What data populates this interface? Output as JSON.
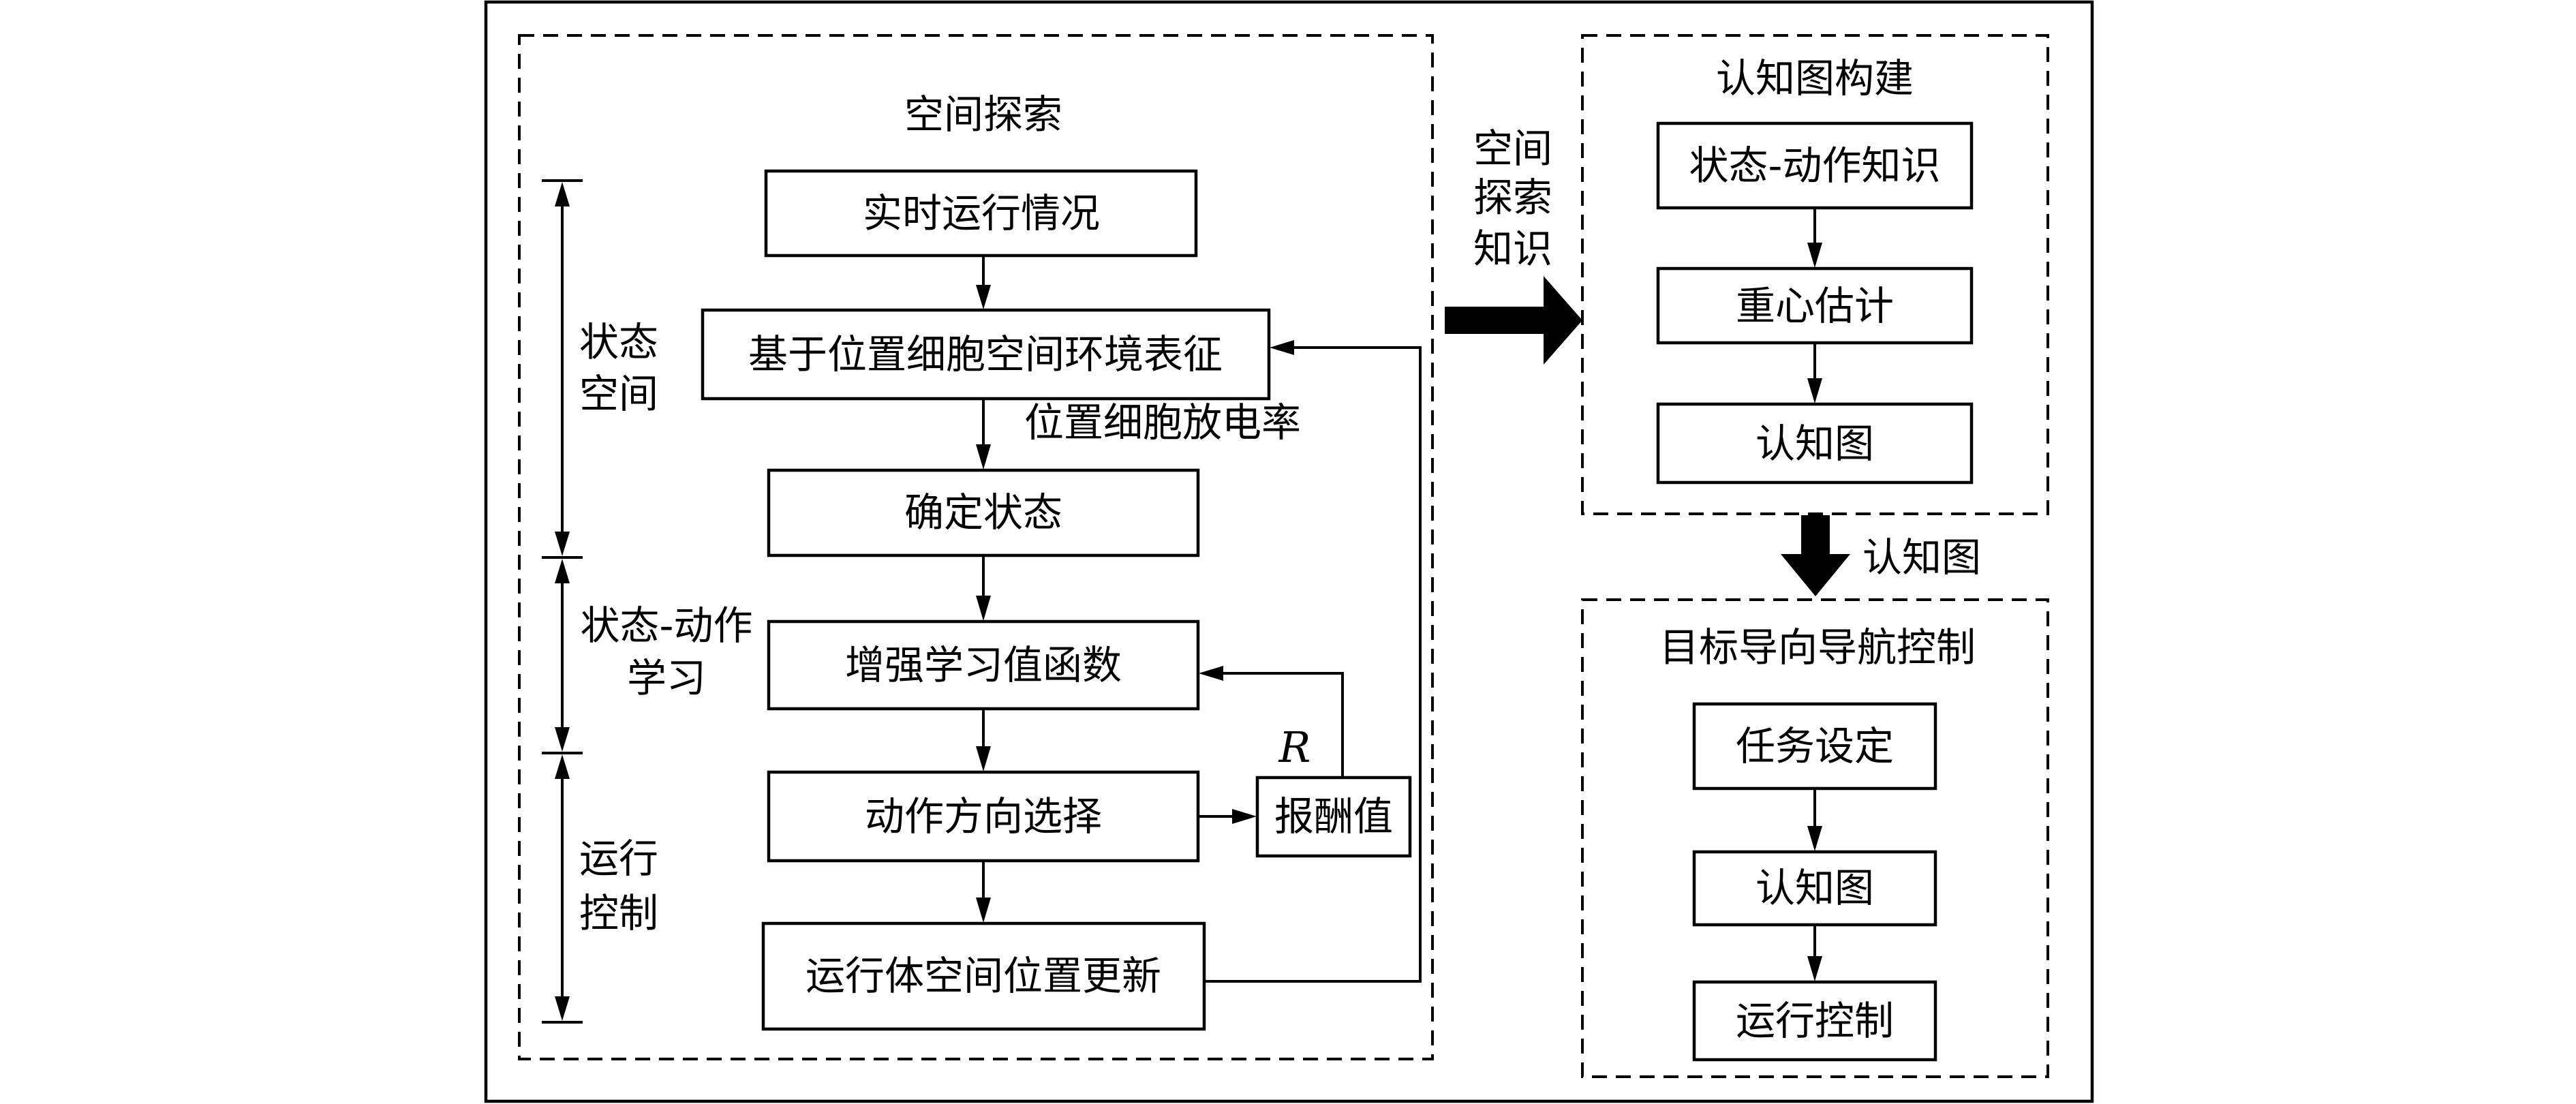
{
  "space_exploration": {
    "title": "空间探索",
    "steps": {
      "realtime": "实时运行情况",
      "env_repr": "基于位置细胞空间环境表征",
      "firing_rate": "位置细胞放电率",
      "determine_state": "确定状态",
      "rl_value": "增强学习值函数",
      "action_select": "动作方向选择",
      "reward": "报酬值",
      "reward_symbol": "R",
      "pos_update": "运行体空间位置更新"
    },
    "side_labels": {
      "state_space_1": "状态",
      "state_space_2": "空间",
      "state_action_1": "状态-动作",
      "state_action_2": "学习",
      "run_control_1": "运行",
      "run_control_2": "控制"
    }
  },
  "transfer_label": {
    "line1": "空间",
    "line2": "探索",
    "line3": "知识"
  },
  "cognitive_map_build": {
    "title": "认知图构建",
    "steps": {
      "sa_knowledge": "状态-动作知识",
      "centroid": "重心估计",
      "cogmap": "认知图"
    }
  },
  "down_label": "认知图",
  "goal_navigation": {
    "title": "目标导向导航控制",
    "steps": {
      "task_setting": "任务设定",
      "cogmap": "认知图",
      "run_control": "运行控制"
    }
  }
}
